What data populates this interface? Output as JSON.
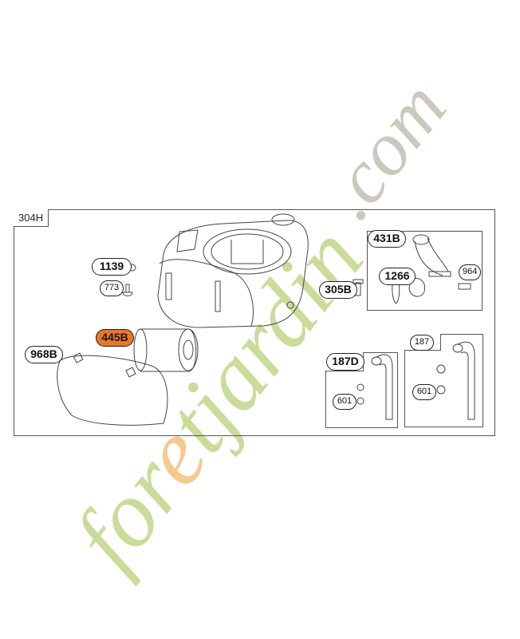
{
  "diagram": {
    "type": "exploded-parts-diagram",
    "group_label": "304H",
    "highlight_color": "#e8762d",
    "line_color": "#555555",
    "callouts": [
      {
        "id": "1139",
        "label": "1139",
        "highlighted": false
      },
      {
        "id": "773",
        "label": "773",
        "highlighted": false
      },
      {
        "id": "445B",
        "label": "445B",
        "highlighted": true
      },
      {
        "id": "968B",
        "label": "968B",
        "highlighted": false
      },
      {
        "id": "305B",
        "label": "305B",
        "highlighted": false
      }
    ],
    "subassemblies": [
      {
        "label": "431B",
        "callouts": [
          {
            "id": "1266",
            "label": "1266"
          },
          {
            "id": "964",
            "label": "964"
          }
        ]
      },
      {
        "label": "187D",
        "callouts": [
          {
            "id": "601a",
            "label": "601"
          }
        ]
      },
      {
        "label": "187",
        "callouts": [
          {
            "id": "601b",
            "label": "601"
          }
        ]
      }
    ]
  },
  "watermark": {
    "text_main": "foretjardin",
    "text_tld": ".com",
    "colors": {
      "green": "#c9dc9a",
      "orange": "#f7c98f",
      "gray": "#cdc8bd"
    }
  }
}
